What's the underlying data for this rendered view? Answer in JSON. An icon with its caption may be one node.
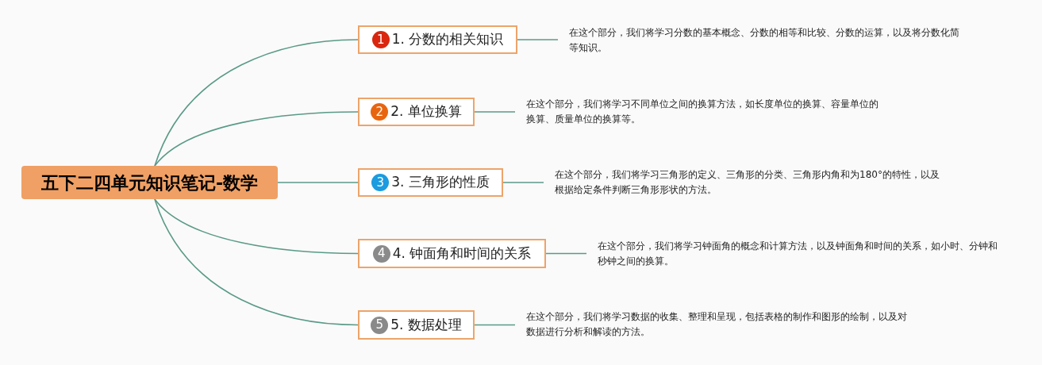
{
  "diagram": {
    "nodes": [
      {
        "text": [
          "五下二四单元知识笔记-数学"
        ]
      },
      {
        "text": [
          "1",
          "1. 分数的相关知识"
        ]
      },
      {
        "text": [
          "2",
          "2. 单位换算"
        ]
      },
      {
        "text": [
          "3",
          "3. 三角形的性质"
        ]
      },
      {
        "text": [
          "4",
          "4. 钟面角和时间的关系"
        ]
      },
      {
        "text": [
          "5",
          "5. 数据处理"
        ]
      },
      {
        "text": [
          "在这个部分，我们将学习分数的基本概念、分数的相等和比较、分数的运算，以及将分数化简等知识。"
        ]
      },
      {
        "text": [
          "在这个部分，我们将学习不同单位之间的换算方法，如长度单位的换算、容量单位的换算、质量单位的换算等。"
        ]
      },
      {
        "text": [
          "在这个部分，我们将学习三角形的定义、三角形的分类、三角形内角和为180°的特性，以及根据给定条件判断三角形形状的方法。"
        ]
      },
      {
        "text": [
          "在这个部分，我们将学习钟面角的概念和计算方法，以及钟面角和时间的关系，如小时、分钟和秒钟之间的换算。"
        ]
      },
      {
        "text": [
          "在这个部分，我们将学习数据的收集、整理和呈现，包括表格的制作和图形的绘制，以及对数据进行分析和解读的方法。"
        ]
      }
    ],
    "edges": [
      {
        "from": 0,
        "to": 1,
        "arrow": "none"
      },
      {
        "from": 0,
        "to": 2,
        "arrow": "none"
      },
      {
        "from": 0,
        "to": 3,
        "arrow": "none"
      },
      {
        "from": 0,
        "to": 4,
        "arrow": "none"
      },
      {
        "from": 0,
        "to": 5,
        "arrow": "none"
      },
      {
        "from": 1,
        "to": 6,
        "arrow": "none"
      },
      {
        "from": 2,
        "to": 7,
        "arrow": "none"
      },
      {
        "from": 3,
        "to": 8,
        "arrow": "none"
      },
      {
        "from": 4,
        "to": 9,
        "arrow": "none"
      },
      {
        "from": 5,
        "to": 10,
        "arrow": "none"
      }
    ]
  }
}
